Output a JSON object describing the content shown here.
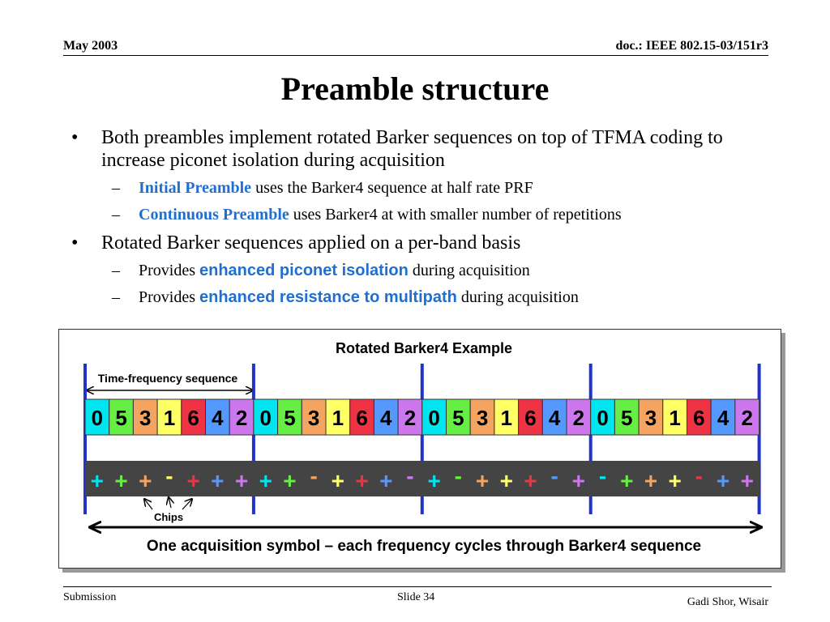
{
  "header": {
    "date": "May 2003",
    "doc": "doc.: IEEE 802.15-03/151r3"
  },
  "title": "Preamble structure",
  "bullets": {
    "b1": "Both preambles implement rotated Barker sequences on top of TFMA coding to increase piconet isolation during acquisition",
    "b1_sub1_hl": "Initial Preamble",
    "b1_sub1_rest": " uses the Barker4 sequence at half rate PRF",
    "b1_sub2_hl": "Continuous Preamble",
    "b1_sub2_rest": " uses Barker4 at with smaller number of repetitions",
    "b2": "Rotated Barker sequences applied on a per-band basis",
    "b2_sub_prefix": "Provides ",
    "b2_sub1_hl": "enhanced piconet isolation",
    "b2_sub_suffix": " during acquisition",
    "b2_sub2_hl": "enhanced resistance to multipath",
    "bullet_mark": "•",
    "dash_mark": "–"
  },
  "diagram": {
    "title": "Rotated Barker4 Example",
    "tf_label": "Time-frequency sequence",
    "chips_label": "Chips",
    "bottom_label": "One acquisition symbol – each frequency cycles through Barker4 sequence",
    "digits": [
      0,
      5,
      3,
      1,
      6,
      4,
      2,
      0,
      5,
      3,
      1,
      6,
      4,
      2,
      0,
      5,
      3,
      1,
      6,
      4,
      2,
      0,
      5,
      3,
      1,
      6,
      4,
      2
    ],
    "signs": [
      "+",
      "+",
      "+",
      "-",
      "+",
      "+",
      "+",
      "+",
      "+",
      "-",
      "+",
      "+",
      "+",
      "-",
      "+",
      "-",
      "+",
      "+",
      "+",
      "-",
      "+",
      "-",
      "+",
      "+",
      "+",
      "-",
      "+",
      "+"
    ],
    "colors": {
      "0": "#00e5ee",
      "5": "#66ee44",
      "3": "#f4a460",
      "1": "#ffff66",
      "6": "#ee3344",
      "4": "#5599ff",
      "2": "#cc77ee"
    },
    "divider_color": "#2233cc"
  },
  "footer": {
    "left": "Submission",
    "center": "Slide 34",
    "right": "Gadi Shor, Wisair"
  }
}
